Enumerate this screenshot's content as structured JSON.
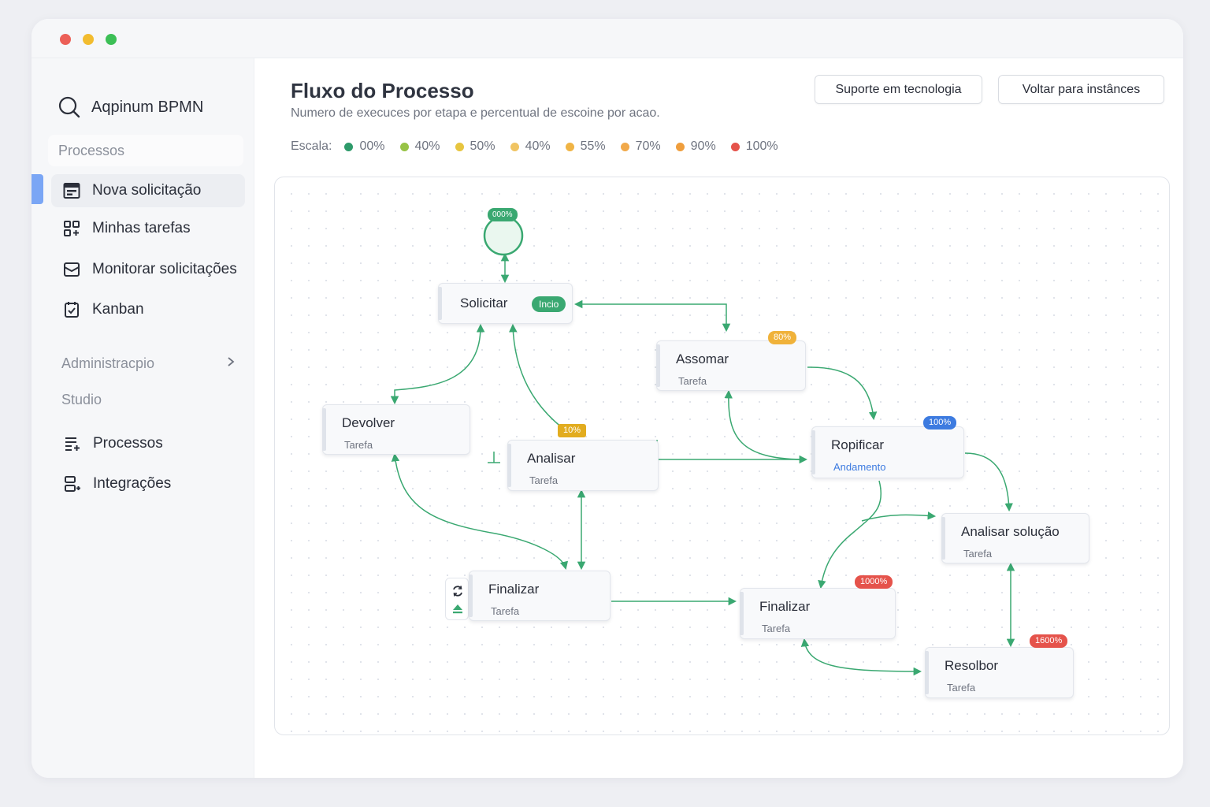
{
  "app": {
    "name": "Aqpinum BPMN"
  },
  "sidebar": {
    "section": "Processos",
    "items": [
      {
        "label": "Nova solicitação",
        "icon": "form-icon"
      },
      {
        "label": "Minhas tarefas",
        "icon": "tasks-icon"
      },
      {
        "label": "Monitorar solicitações",
        "icon": "inbox-icon"
      },
      {
        "label": "Kanban",
        "icon": "calendar-check-icon"
      }
    ],
    "admin_label": "Administracpio",
    "studio_label": "Studio",
    "studio_items": [
      {
        "label": "Processos",
        "icon": "list-add-icon"
      },
      {
        "label": "Integrações",
        "icon": "integration-icon"
      }
    ]
  },
  "header": {
    "title": "Fluxo do Processo",
    "subtitle": "Numero de execuces por etapa e percentual de escoine por acao.",
    "support_button": "Suporte em tecnologia",
    "back_button": "Voltar para instânces"
  },
  "scale": {
    "label": "Escala:",
    "items": [
      {
        "label": "00%",
        "color": "#2e9a6a"
      },
      {
        "label": "40%",
        "color": "#97c346"
      },
      {
        "label": "50%",
        "color": "#e7c53f"
      },
      {
        "label": "40%",
        "color": "#f0c463"
      },
      {
        "label": "55%",
        "color": "#f0b445"
      },
      {
        "label": "70%",
        "color": "#f1a94a"
      },
      {
        "label": "90%",
        "color": "#ef9e3d"
      },
      {
        "label": "100%",
        "color": "#e5534b"
      }
    ]
  },
  "flow": {
    "start": {
      "badge": "000%"
    },
    "nodes": {
      "solicitar": {
        "title": "Solicitar",
        "pill": "Incio"
      },
      "assomar": {
        "title": "Assomar",
        "sub": "Tarefa",
        "badge": "80%"
      },
      "devolver": {
        "title": "Devolver",
        "sub": "Tarefa"
      },
      "analisar": {
        "title": "Analisar",
        "sub": "Tarefa",
        "badge": "10%"
      },
      "ropificar": {
        "title": "Ropificar",
        "sub": "Andamento",
        "badge": "100%"
      },
      "analisar_solucao": {
        "title": "Analisar solução",
        "sub": "Tarefa"
      },
      "finalizar_1": {
        "title": "Finalizar",
        "sub": "Tarefa"
      },
      "finalizar_2": {
        "title": "Finalizar",
        "sub": "Tarefa",
        "badge": "1000%"
      },
      "resolbor": {
        "title": "Resolbor",
        "sub": "Tarefa",
        "badge": "1600%"
      }
    },
    "colors": {
      "edge": "#3aa871",
      "badge_green": "#3aa871",
      "badge_yellow": "#e2ac1f",
      "badge_orange": "#f0b23a",
      "badge_blue": "#3d7be0",
      "badge_red": "#e5534b"
    }
  }
}
